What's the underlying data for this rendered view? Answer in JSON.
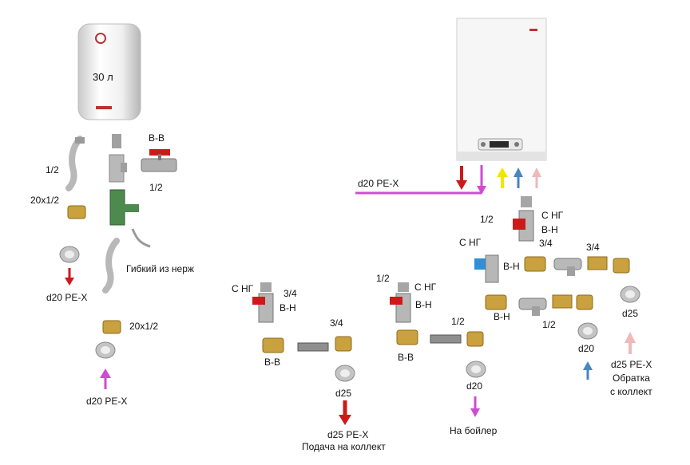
{
  "colors": {
    "red": "#cc1a1a",
    "magenta": "#d24ad2",
    "yellow": "#f2e600",
    "blue": "#4a86c0",
    "pink": "#efb9b9",
    "brass": "#c9a13e",
    "steel": "#a9a9a9"
  },
  "icons": {
    "heater": "water-heater-icon",
    "boiler": "gas-boiler-icon",
    "valve": "ball-valve-icon",
    "elbow": "elbow-fitting-icon",
    "nut": "compression-nut-icon",
    "hose": "flex-hose-icon",
    "filter": "y-filter-icon",
    "nipple": "pipe-nipple-icon"
  },
  "heater": {
    "volume": "30 л"
  },
  "left": {
    "vv_label": "В-В",
    "half_label_top": "1/2",
    "half_label_right": "1/2",
    "fitting_20x12_top": "20х1/2",
    "fitting_20x12_bottom": "20х1/2",
    "pex_out": "d20  PE-X",
    "flex_label": "Гибкий  из  нерж",
    "pex_in": "d20  PE-X"
  },
  "boiler": {
    "pipe_label": "d20  PE-X"
  },
  "supply": {
    "c_ng": "С НГ",
    "three_quarter_top": "3/4",
    "vn": "В-Н",
    "three_quarter_mid": "3/4",
    "vv": "В-В",
    "d25": "d25",
    "pex": "d25  PE-X",
    "caption": "Подача на коллект"
  },
  "dhw": {
    "half_top": "1/2",
    "c_ng": "С НГ",
    "vn": "В-Н",
    "half_right": "1/2",
    "vv": "В-В",
    "d20": "d20",
    "caption": "На  бойлер"
  },
  "return": {
    "half_1": "1/2",
    "c_ng_1": "С НГ",
    "vn_1": "В-Н",
    "c_ng_2": "С НГ",
    "three_quarter_1": "3/4",
    "vn_2": "В-Н",
    "three_quarter_2": "3/4",
    "vn_3": "В-Н",
    "half_2": "1/2",
    "d20": "d20",
    "d25": "d25",
    "pex": "d25  PE-X",
    "caption_1": "Обратка",
    "caption_2": "с коллект"
  }
}
